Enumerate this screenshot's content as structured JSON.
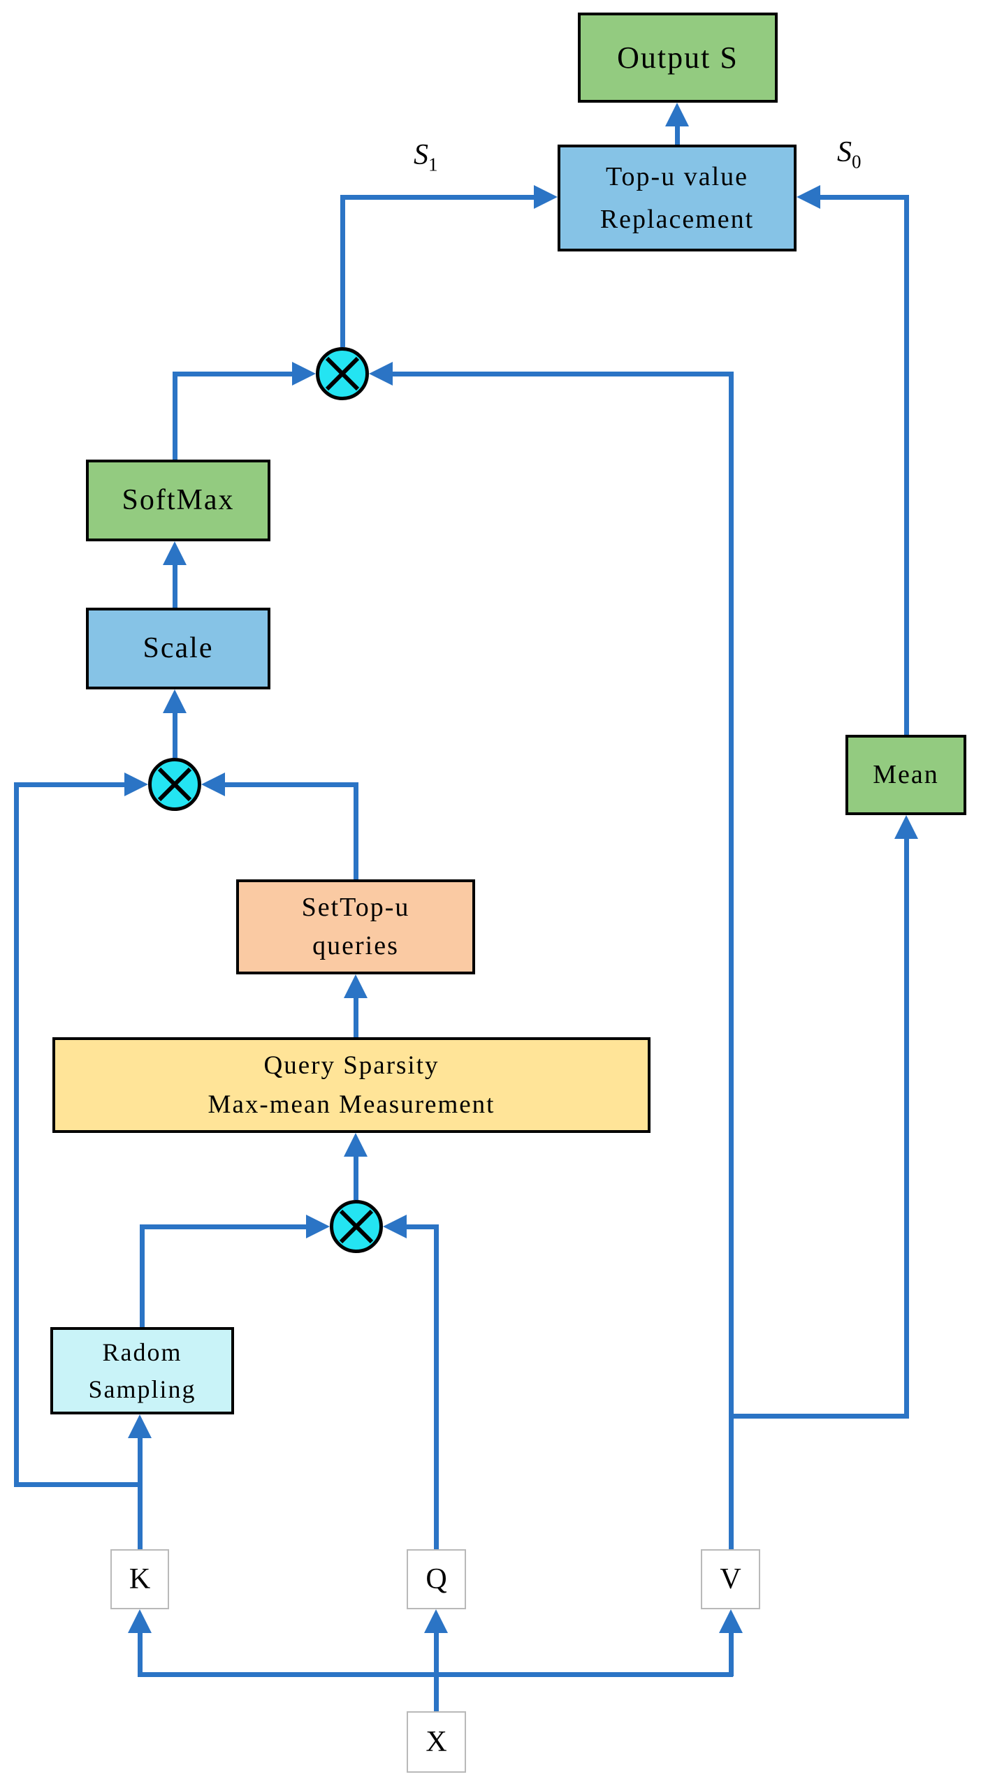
{
  "figure": {
    "kind": "attention-mechanism-flow-diagram"
  },
  "nodes": {
    "output_s": {
      "label": "Output S"
    },
    "top_u_value_replacement": {
      "line1": "Top-u value",
      "line2": "Replacement"
    },
    "softmax": {
      "label": "SoftMax"
    },
    "scale": {
      "label": "Scale"
    },
    "set_top_u_queries": {
      "line1": "SetTop-u",
      "line2": "queries"
    },
    "query_sparsity": {
      "line1": "Query Sparsity",
      "line2": "Max-mean Measurement"
    },
    "random_sampling": {
      "line1": "Radom",
      "line2": "Sampling"
    },
    "mean": {
      "label": "Mean"
    },
    "k": {
      "label": "K"
    },
    "q": {
      "label": "Q"
    },
    "v": {
      "label": "V"
    },
    "x": {
      "label": "X"
    }
  },
  "edge_labels": {
    "s1": {
      "base": "S",
      "sub": "1"
    },
    "s0": {
      "base": "S",
      "sub": "0"
    }
  },
  "operators": {
    "matmul_glyph": "⊗",
    "count": 3
  },
  "colors": {
    "line_blue": "#2B74C5",
    "box_green": "#93CB80",
    "box_blue": "#86C3E6",
    "box_peach": "#FACAA3",
    "box_yellow": "#FFE498",
    "box_cyan_light": "#C9F3F8",
    "node_cyan": "#24E4F2",
    "box_border": "#000000",
    "io_border": "#B9B9B9",
    "io_fill": "#FFFFFF",
    "text": "#000000",
    "background": "#FFFFFF"
  }
}
